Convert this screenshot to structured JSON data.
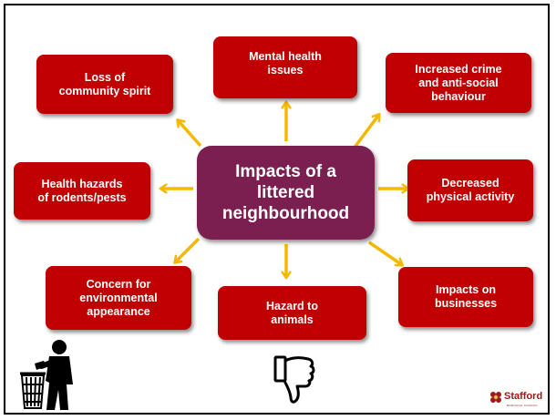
{
  "diagram": {
    "center_label": "Impacts of a\nlittered\nneighbourhood",
    "nodes": [
      {
        "id": "mental",
        "label": "Mental health\nissues"
      },
      {
        "id": "crime",
        "label": "Increased crime\nand anti-social\nbehaviour"
      },
      {
        "id": "activity",
        "label": "Decreased\nphysical activity"
      },
      {
        "id": "business",
        "label": "Impacts on\nbusinesses"
      },
      {
        "id": "animals",
        "label": "Hazard to\nanimals"
      },
      {
        "id": "environment",
        "label": "Concern for\nenvironmental\nappearance"
      },
      {
        "id": "health",
        "label": "Health hazards\nof rodents/pests"
      },
      {
        "id": "community",
        "label": "Loss of\ncommunity spirit"
      }
    ],
    "arrow_color": "#f5b800",
    "node_color": "#c00000",
    "center_color": "#7a1f4f"
  },
  "icons": {
    "bin_figure": "tidyman-litter-bin-icon",
    "thumbs_down": "thumbs-down-icon",
    "logo": "stafford-logo-icon"
  },
  "logo": {
    "name": "Stafford",
    "subtitle": "BOROUGH COUNCIL"
  }
}
